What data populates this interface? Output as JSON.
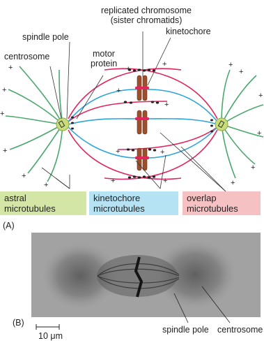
{
  "panel_a": {
    "letter": "(A)",
    "labels": {
      "replicated_chromosome": "replicated chromosome",
      "sister_chromatids": "(sister chromatids)",
      "spindle_pole": "spindle pole",
      "centrosome": "centrosome",
      "motor_protein_1": "motor",
      "motor_protein_2": "protein",
      "kinetochore": "kinetochore",
      "plus_sign": "+"
    },
    "legend": {
      "astral": {
        "line1": "astral",
        "line2": "microtubules",
        "color": "#d4e6a6"
      },
      "kinetochore": {
        "line1": "kinetochore",
        "line2": "microtubules",
        "color": "#b5e3f3"
      },
      "overlap": {
        "line1": "overlap",
        "line2": "microtubules",
        "color": "#f6c1c3"
      }
    },
    "colors": {
      "astral_line": "#4aa86d",
      "kinetochore_line": "#2ba3dd",
      "overlap_line": "#e2245c",
      "centrosome_fill": "#c8dc7a",
      "chromosome_fill": "#9c4f2c"
    }
  },
  "panel_b": {
    "letter": "(B)",
    "scale_bar": "10 μm",
    "spindle_pole": "spindle pole",
    "centrosome": "centrosome"
  }
}
